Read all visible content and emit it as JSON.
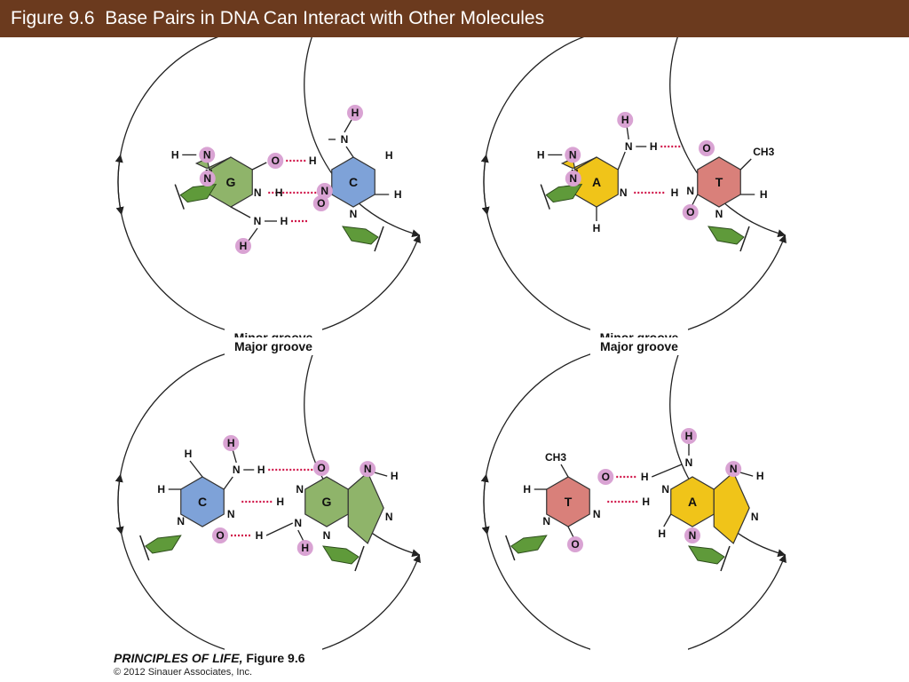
{
  "header": {
    "title": "Figure 9.6  Base Pairs in DNA Can Interact with Other Molecules"
  },
  "colors": {
    "title_bar": "#6b3a1e",
    "guanine": "#8fb46a",
    "cytosine": "#7ea2d8",
    "adenine": "#f0c419",
    "thymine": "#d9807a",
    "atom_circle": "#d9a3d3",
    "hbond": "#d0174a",
    "sugar": "#5f9a3a"
  },
  "labels": {
    "major_groove": "Major groove",
    "minor_groove": "Minor groove"
  },
  "panels": [
    {
      "id": "gc",
      "left_base": "G",
      "right_base": "C",
      "atoms": {
        "left_top": "H",
        "left_n7": "N",
        "left_o": "O",
        "left_n1": "N",
        "left_n9": "N",
        "left_n3": "N",
        "left_n2": "N",
        "left_h2": "H",
        "right_h4": "H",
        "right_n4": "N",
        "right_h5": "H",
        "right_n3": "N",
        "right_h6": "H",
        "right_o2": "O",
        "right_n1": "N",
        "h_mid_top": "H",
        "h_mid_mid": "H",
        "h_mid_bot": "H",
        "left_base_label": "G",
        "right_base_label": "C"
      }
    },
    {
      "id": "at",
      "left_base": "A",
      "right_base": "T",
      "atoms": {
        "left_top": "H",
        "left_n7": "N",
        "left_n6": "N",
        "left_h6": "H",
        "left_n9": "N",
        "left_n1": "N",
        "left_n3": "N",
        "left_h2": "H",
        "right_o4": "O",
        "right_ch3": "CH3",
        "right_n3": "N",
        "right_h6": "H",
        "right_o2": "O",
        "right_n1": "N",
        "h_mid_top": "H",
        "h_mid_mid": "H",
        "left_base_label": "A",
        "right_base_label": "T"
      }
    },
    {
      "id": "cg",
      "left_base": "C",
      "right_base": "G",
      "atoms": {
        "left_h5": "H",
        "left_n4": "N",
        "left_h4": "H",
        "left_h6": "H",
        "left_n3": "N",
        "left_n1": "N",
        "left_o2": "O",
        "right_o6": "O",
        "right_n7": "N",
        "right_h8": "H",
        "right_n1": "N",
        "right_n9": "N",
        "right_n3": "N",
        "right_n2": "N",
        "right_h2": "H",
        "h_mid_top": "H",
        "h_mid_mid": "H",
        "h_mid_bot": "H",
        "left_base_label": "C",
        "right_base_label": "G"
      }
    },
    {
      "id": "ta",
      "left_base": "T",
      "right_base": "A",
      "atoms": {
        "left_ch3": "CH3",
        "left_o4": "O",
        "left_h6": "H",
        "left_n3": "N",
        "left_n1": "N",
        "left_o2": "O",
        "right_h6": "H",
        "right_n6": "N",
        "right_n7": "N",
        "right_h8": "H",
        "right_n1": "N",
        "right_n9": "N",
        "right_n3": "N",
        "right_h2": "H",
        "h_mid_top": "H",
        "h_mid_mid": "H",
        "left_base_label": "T",
        "right_base_label": "A"
      }
    }
  ],
  "credit": {
    "book": "PRINCIPLES OF LIFE,",
    "figure": " Figure 9.6",
    "copyright": "© 2012 Sinauer Associates, Inc."
  }
}
